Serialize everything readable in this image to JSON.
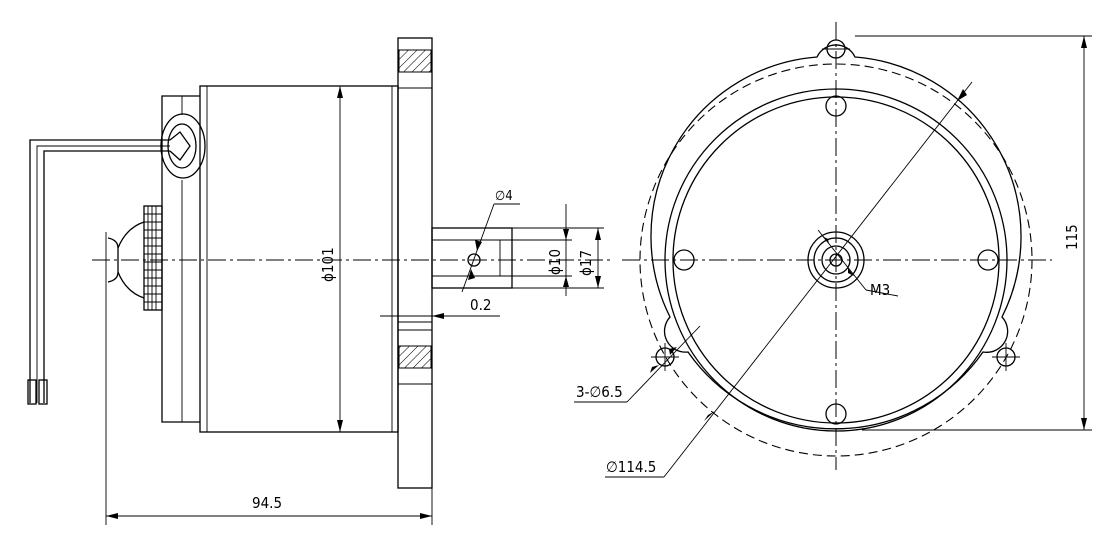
{
  "dimensions": {
    "length": "94.5",
    "body_diameter": "ϕ101",
    "pin_diameter": "∅4",
    "gap": "0.2",
    "shaft_diameter": "ϕ10",
    "boss_diameter": "ϕ17",
    "height": "115",
    "bolt_circle": "∅114.5",
    "mount_holes": "3-∅6.5",
    "center_thread": "M3"
  }
}
